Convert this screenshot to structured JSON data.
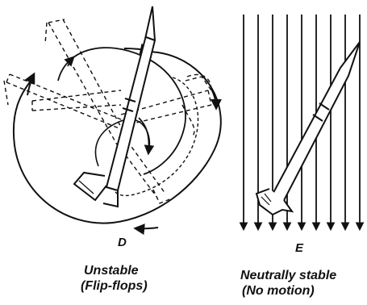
{
  "panels": [
    {
      "letter": "D",
      "caption_line1": "Unstable",
      "caption_line2": "(Flip-flops)"
    },
    {
      "letter": "E",
      "caption_line1": "Neutrally stable",
      "caption_line2": "(No motion)"
    }
  ],
  "colors": {
    "ink": "#111111",
    "background": "#ffffff"
  }
}
